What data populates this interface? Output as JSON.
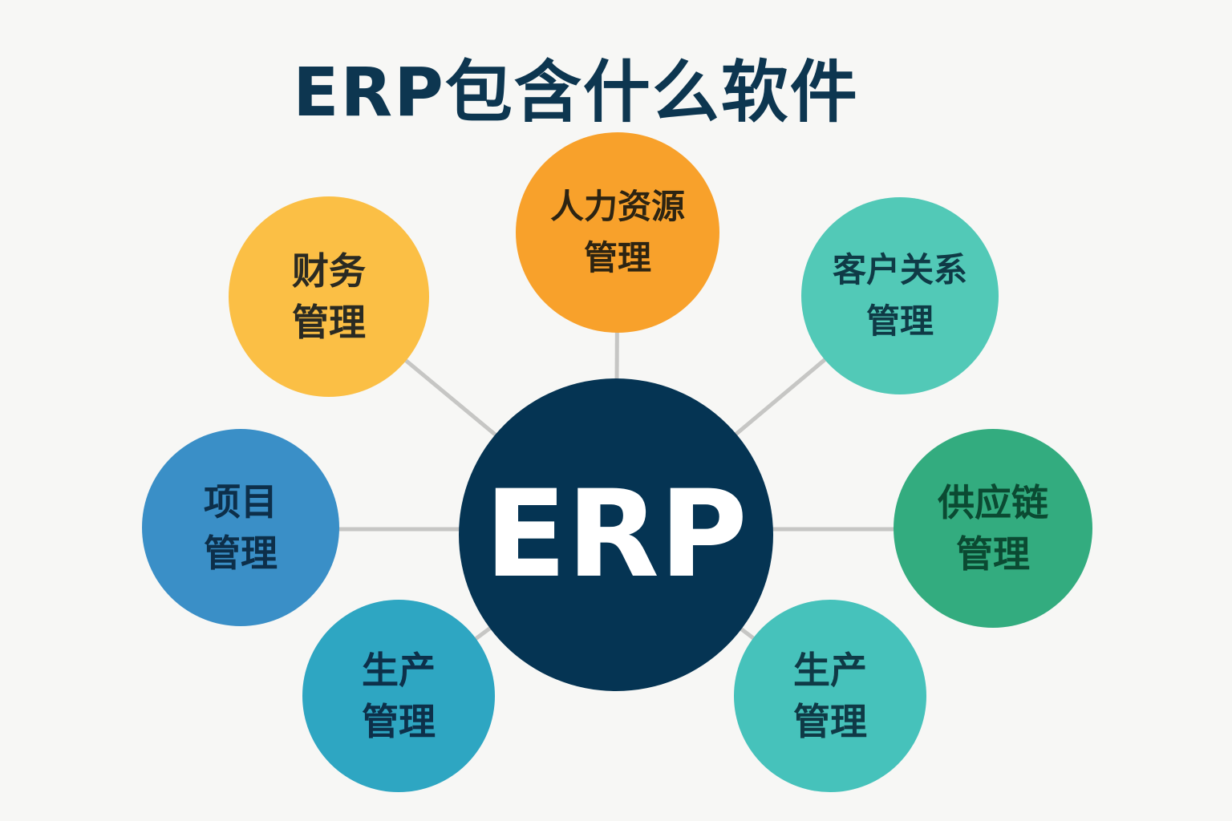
{
  "title": "ERP包含什么软件",
  "center": {
    "label": "ERP",
    "color": "#053453"
  },
  "nodes": [
    {
      "id": "finance",
      "line1": "财务",
      "line2": "管理",
      "color": "#fbbf45",
      "text_color": "#2a2a22"
    },
    {
      "id": "hr",
      "line1": "人力资源",
      "line2": "管理",
      "color": "#f8a12b",
      "text_color": "#2d2412"
    },
    {
      "id": "crm",
      "line1": "客户关系",
      "line2": "管理",
      "color": "#52c9b7",
      "text_color": "#0f3a46"
    },
    {
      "id": "project",
      "line1": "项目",
      "line2": "管理",
      "color": "#3a8fc7",
      "text_color": "#0d2f4a"
    },
    {
      "id": "supply-chain",
      "line1": "供应链",
      "line2": "管理",
      "color": "#33ac7f",
      "text_color": "#0b4a32"
    },
    {
      "id": "production-left",
      "line1": "生产",
      "line2": "管理",
      "color": "#2ea6c2",
      "text_color": "#0d304a"
    },
    {
      "id": "production-right",
      "line1": "生产",
      "line2": "管理",
      "color": "#46c2bb",
      "text_color": "#0f3a46"
    }
  ],
  "link_color": "#c6c6c4"
}
